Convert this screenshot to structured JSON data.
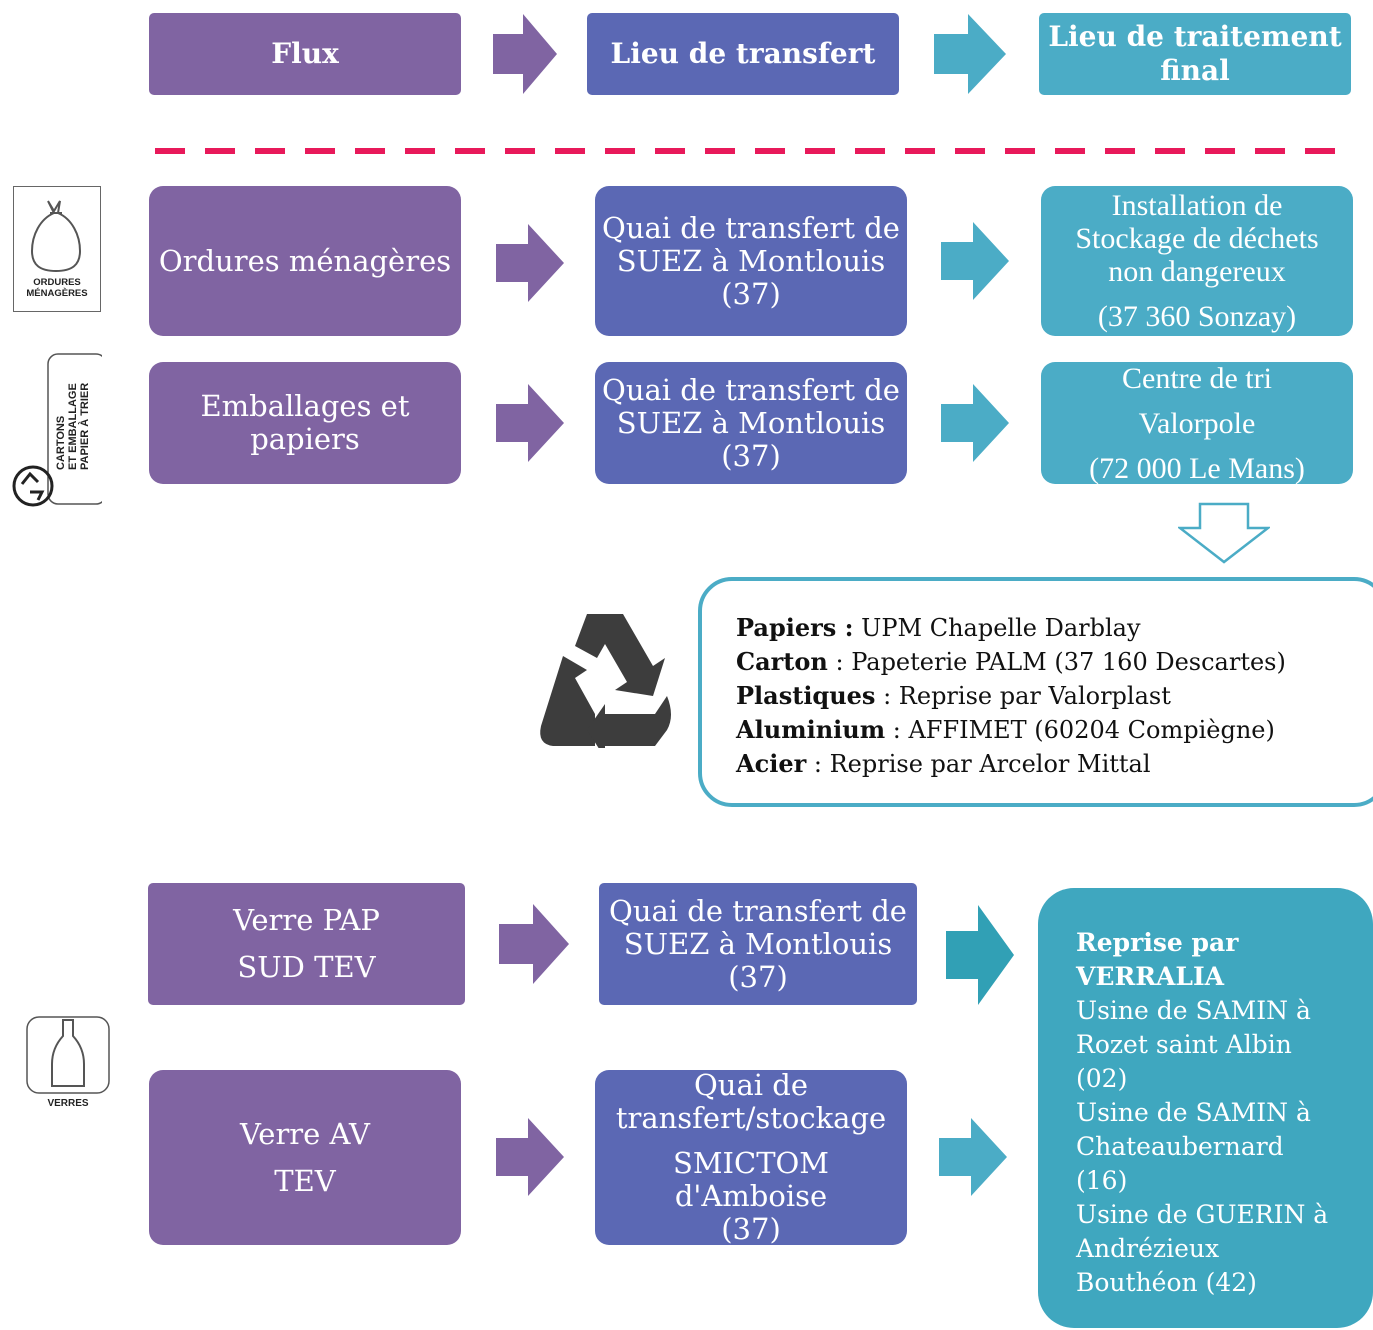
{
  "header": {
    "flux": "Flux",
    "transfer": "Lieu de transfert",
    "final": [
      "Lieu de traitement",
      "final"
    ]
  },
  "icons": {
    "om": [
      "ORDURES",
      "MÉNAGÈRES"
    ],
    "emb": [
      "CARTONS",
      "ET EMBALLAGE",
      "PAPIER À TRIER"
    ],
    "verre": "VERRES"
  },
  "rows": {
    "om": {
      "flux": "Ordures ménagères",
      "transfer": [
        "Quai de transfert de",
        "SUEZ à Montlouis",
        "(37)"
      ],
      "final": [
        "Installation de",
        "Stockage de déchets",
        "non dangereux",
        "(37 360 Sonzay)"
      ]
    },
    "emb": {
      "flux": [
        "Emballages et",
        "papiers"
      ],
      "transfer": [
        "Quai de transfert de",
        "SUEZ à Montlouis",
        "(37)"
      ],
      "final": [
        "Centre de tri",
        "Valorpole",
        "(72 000 Le Mans)"
      ]
    },
    "verre_pap": {
      "flux": [
        "Verre PAP",
        "SUD TEV"
      ],
      "transfer": [
        "Quai de transfert de",
        "SUEZ à Montlouis",
        "(37)"
      ]
    },
    "verre_av": {
      "flux": [
        "Verre AV",
        "TEV"
      ],
      "transfer": [
        "Quai de",
        "transfert/stockage",
        "SMICTOM d'Amboise",
        "(37)"
      ]
    }
  },
  "recycling": [
    {
      "label": "Papiers :",
      "text": " UPM Chapelle Darblay"
    },
    {
      "label": "Carton",
      "text": " : Papeterie PALM (37 160 Descartes)"
    },
    {
      "label": "Plastiques",
      "text": " : Reprise par Valorplast"
    },
    {
      "label": "Aluminium",
      "text": " : AFFIMET (60204 Compiègne)"
    },
    {
      "label": "Acier",
      "text": " : Reprise par Arcelor Mittal"
    }
  ],
  "verralia": {
    "title": [
      "Reprise par",
      "VERRALIA"
    ],
    "lines": [
      "Usine de SAMIN à",
      "Rozet saint Albin",
      "(02)",
      "Usine de SAMIN à",
      "Chateaubernard",
      "(16)",
      "Usine de GUERIN à",
      "Andrézieux",
      "Bouthéon (42)"
    ]
  },
  "colors": {
    "purple": "#8064a2",
    "blue": "#5b68b4",
    "teal": "#4bacc6",
    "dashed": "#e8195a"
  }
}
